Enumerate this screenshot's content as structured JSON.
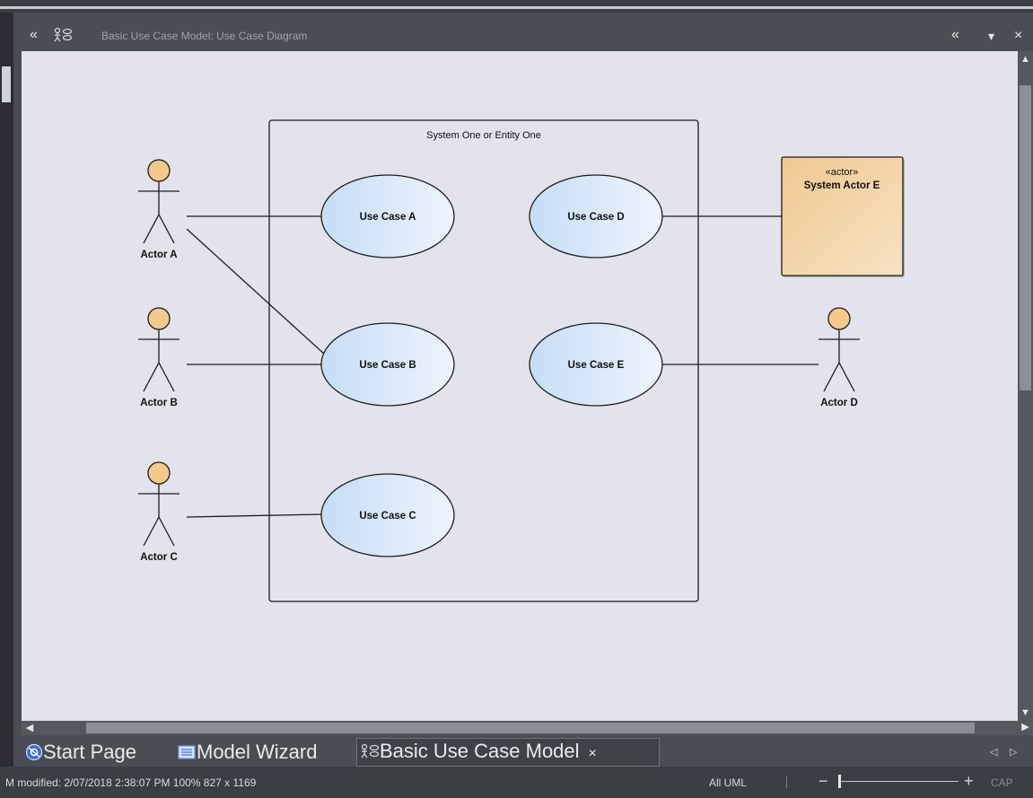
{
  "window": {
    "title": "Basic Use Case Model:  Use Case Diagram",
    "collapse_glyph": "«",
    "dropdown_glyph": "▾",
    "close_glyph": "×"
  },
  "diagram": {
    "boundary_label": "System One or Entity One",
    "actors": {
      "a": "Actor A",
      "b": "Actor B",
      "c": "Actor C",
      "d": "Actor D"
    },
    "system_actor": {
      "stereotype": "«actor»",
      "name": "System Actor E"
    },
    "use_cases": {
      "a": "Use Case A",
      "b": "Use Case B",
      "c": "Use Case C",
      "d": "Use Case D",
      "e": "Use Case E"
    }
  },
  "tabs": {
    "start_page": "Start Page",
    "model_wizard": "Model Wizard",
    "basic_use_case_model": "Basic Use Case Model",
    "close_glyph": "×",
    "nav_left": "◁",
    "nav_right": "▷"
  },
  "statusbar": {
    "modified": "M  modified: 2/07/2018 2:38:07 PM   100%   827 x 1169",
    "perspective": "All UML",
    "zoom_minus": "−",
    "zoom_plus": "+",
    "caps": "CAP"
  },
  "colors": {
    "canvas": "#e2e3ec",
    "usecase_fill_start": "#c9dff5",
    "usecase_fill_end": "#eaf2fb",
    "actor_head": "#f4c98a",
    "system_actor_fill": "#f1d3a6"
  },
  "icons": {
    "title_collapse": "double-chevron-left-icon",
    "title_diagram": "use-case-diagram-icon",
    "start_page": "start-page-icon",
    "model_wizard": "model-wizard-icon"
  }
}
